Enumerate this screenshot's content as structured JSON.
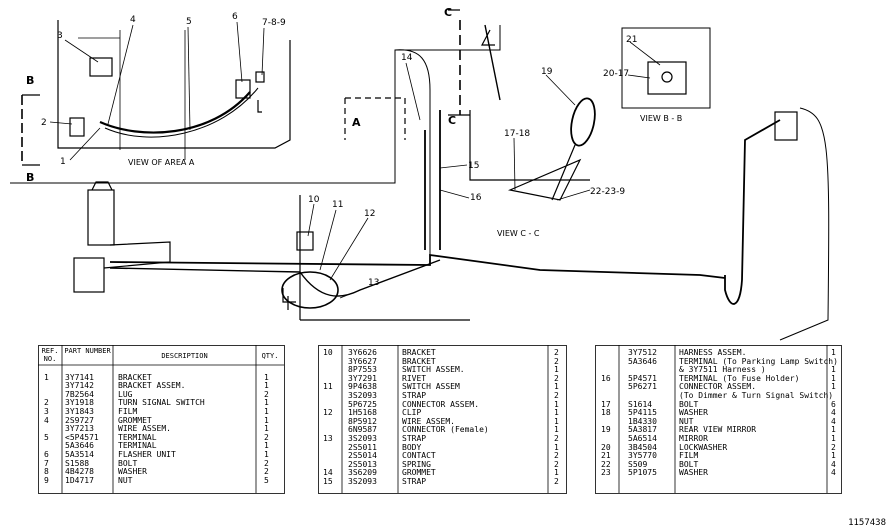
{
  "callouts": [
    "1",
    "2",
    "3",
    "4",
    "5",
    "6",
    "7-8-9",
    "10",
    "11",
    "12",
    "13",
    "14",
    "15",
    "16",
    "17-18",
    "19",
    "20-17",
    "21",
    "22-23-9"
  ],
  "view_labels": {
    "area_a": "VIEW OF AREA  A",
    "c_c": "VIEW C - C",
    "b_b": "VIEW B - B"
  },
  "section_letters": {
    "a": "A",
    "b": "B",
    "c": "C"
  },
  "doc_number": "1157438",
  "table_headers": {
    "ref_no": "REF. NO.",
    "part_number": "PART NUMBER",
    "description": "DESCRIPTION",
    "qty": "QTY."
  },
  "table1": [
    {
      "ref": "",
      "part": "",
      "desc": "",
      "qty": ""
    },
    {
      "ref": "1",
      "part": "3Y7141",
      "desc": "BRACKET",
      "qty": "1"
    },
    {
      "ref": "",
      "part": "3Y7142",
      "desc": "BRACKET ASSEM.",
      "qty": "1"
    },
    {
      "ref": "",
      "part": "7B2564",
      "desc": "  LUG",
      "qty": "2"
    },
    {
      "ref": "2",
      "part": "3Y1918",
      "desc": "TURN SIGNAL SWITCH",
      "qty": "1"
    },
    {
      "ref": "3",
      "part": "3Y1843",
      "desc": "FILM",
      "qty": "1"
    },
    {
      "ref": "4",
      "part": "2S9727",
      "desc": "GROMMET",
      "qty": "1"
    },
    {
      "ref": "",
      "part": "3Y7213",
      "desc": "WIRE ASSEM.",
      "qty": "1"
    },
    {
      "ref": "5",
      "part": "<5P4571",
      "desc": "  TERMINAL",
      "qty": "2"
    },
    {
      "ref": "",
      "part": "5A3646",
      "desc": "  TERMINAL",
      "qty": "1"
    },
    {
      "ref": "6",
      "part": "5A3514",
      "desc": "FLASHER UNIT",
      "qty": "1"
    },
    {
      "ref": "7",
      "part": "S1588",
      "desc": "BOLT",
      "qty": "2"
    },
    {
      "ref": "8",
      "part": "4B4278",
      "desc": "WASHER",
      "qty": "2"
    },
    {
      "ref": "9",
      "part": "1D4717",
      "desc": "NUT",
      "qty": "5"
    }
  ],
  "table2": [
    {
      "ref": "10",
      "part": "3Y6626",
      "desc": "BRACKET",
      "qty": "2"
    },
    {
      "ref": "",
      "part": "3Y6627",
      "desc": "BRACKET",
      "qty": "2"
    },
    {
      "ref": "",
      "part": "8P7553",
      "desc": "SWITCH ASSEM.",
      "qty": "1"
    },
    {
      "ref": "",
      "part": "3Y7291",
      "desc": "  RIVET",
      "qty": "2"
    },
    {
      "ref": "11",
      "part": "9P4638",
      "desc": "  SWITCH ASSEM",
      "qty": "1"
    },
    {
      "ref": "",
      "part": "3S2093",
      "desc": "    STRAP",
      "qty": "2"
    },
    {
      "ref": "",
      "part": "5P6725",
      "desc": "  CONNECTOR ASSEM.",
      "qty": "1"
    },
    {
      "ref": "12",
      "part": "1H5168",
      "desc": "CLIP",
      "qty": "1"
    },
    {
      "ref": "",
      "part": "8P5912",
      "desc": "WIRE ASSEM.",
      "qty": "1"
    },
    {
      "ref": "",
      "part": "6N9587",
      "desc": "  CONNECTOR (Female)",
      "qty": "1"
    },
    {
      "ref": "13",
      "part": "3S2093",
      "desc": "    STRAP",
      "qty": "2"
    },
    {
      "ref": "",
      "part": "2S5011",
      "desc": "  BODY",
      "qty": "1"
    },
    {
      "ref": "",
      "part": "2S5014",
      "desc": "  CONTACT",
      "qty": "2"
    },
    {
      "ref": "",
      "part": "2S5013",
      "desc": "  SPRING",
      "qty": "2"
    },
    {
      "ref": "14",
      "part": "3S6209",
      "desc": "GROMMET",
      "qty": "1"
    },
    {
      "ref": "15",
      "part": "3S2093",
      "desc": "STRAP",
      "qty": "2"
    }
  ],
  "table3": [
    {
      "ref": "",
      "part": "3Y7512",
      "desc": "HARNESS ASSEM.",
      "qty": "1"
    },
    {
      "ref": "",
      "part": "5A3646",
      "desc": "  TERMINAL (To Parking Lamp Switch)",
      "qty": ""
    },
    {
      "ref": "",
      "part": "",
      "desc": "  & 3Y7511 Harness )",
      "qty": "1"
    },
    {
      "ref": "16",
      "part": "5P4571",
      "desc": "  TERMINAL (To Fuse Holder)",
      "qty": "1"
    },
    {
      "ref": "",
      "part": "5P6271",
      "desc": "  CONNECTOR ASSEM.",
      "qty": "1"
    },
    {
      "ref": "",
      "part": "",
      "desc": "  (To Dimmer & Turn Signal Switch)",
      "qty": ""
    },
    {
      "ref": "17",
      "part": "S1614",
      "desc": "BOLT",
      "qty": "6"
    },
    {
      "ref": "18",
      "part": "5P4115",
      "desc": "WASHER",
      "qty": "4"
    },
    {
      "ref": "",
      "part": "1B4330",
      "desc": "NUT",
      "qty": "4"
    },
    {
      "ref": "19",
      "part": "5A3817",
      "desc": "REAR VIEW MIRROR",
      "qty": "1"
    },
    {
      "ref": "",
      "part": "5A6514",
      "desc": "  MIRROR",
      "qty": "1"
    },
    {
      "ref": "20",
      "part": "3B4504",
      "desc": "LOCKWASHER",
      "qty": "2"
    },
    {
      "ref": "21",
      "part": "3Y5770",
      "desc": "FILM",
      "qty": "1"
    },
    {
      "ref": "22",
      "part": "S509",
      "desc": "BOLT",
      "qty": "4"
    },
    {
      "ref": "23",
      "part": "5P1075",
      "desc": "WASHER",
      "qty": "4"
    }
  ]
}
